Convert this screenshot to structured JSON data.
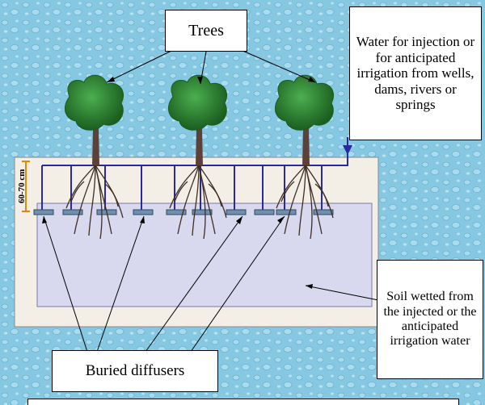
{
  "labels": {
    "trees": "Trees",
    "water": "Water for injection or for anticipated irrigation from wells, dams, rivers or springs",
    "soil": "Soil wetted from the injected or the anticipated irrigation water",
    "diffusers": "Buried diffusers",
    "depth": "60-70 cm"
  },
  "colors": {
    "background": "#7fc3e0",
    "soil": "#f3efe6",
    "wetted_zone": "#d8d8ee",
    "pipe": "#2a2aa0",
    "diffuser": "#6f8fb0",
    "tree_canopy": "#2e7d32",
    "trunk": "#5d4037",
    "roots": "#3e2e24",
    "depth_marker": "#e08a00"
  }
}
